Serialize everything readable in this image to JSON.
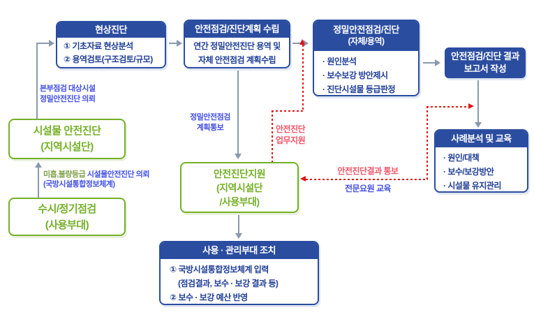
{
  "colors": {
    "box_blue": "#2B4DA0",
    "body_navy": "#1E3D96",
    "green": "#74B027",
    "arrow_gray": "#8A99AD",
    "dotted_red": "#E11414",
    "label_pink": "#F4566A",
    "label_blue": "#4451E4"
  },
  "boxes": {
    "status_diagnosis": {
      "title": "현상진단",
      "items": [
        "① 기초자료 현상분석",
        "② 용역검토(구조검토/규모)"
      ]
    },
    "plan": {
      "title": "안전점검/진단계획 수립",
      "lines": [
        "연간 정밀안전진단 용역 및",
        "자체 안전점검 계획수립"
      ]
    },
    "precision": {
      "title": "정밀안전점검/진단",
      "subtitle": "(자체/용역)",
      "bullets": [
        "·  원인분석",
        "·  보수보강 방안제시",
        "·  진단시설물 등급판정"
      ]
    },
    "report": {
      "lines": [
        "안전점검/진단 결과",
        "보고서 작성"
      ]
    },
    "case_edu": {
      "title": "사례분석 및 교육",
      "bullets": [
        "·  원인/대책",
        "·  보수/보강방안",
        "·  시설물 유지관리"
      ]
    },
    "facility_diag": {
      "lines": [
        "시설물 안전진단",
        "(지역시설단)"
      ]
    },
    "periodic_check": {
      "lines": [
        "수시/정기점검",
        "(사용부대)"
      ]
    },
    "diag_support": {
      "lines": [
        "안전진단지원",
        "(지역시설단",
        "/사용부대)"
      ]
    },
    "unit_action": {
      "title": "사용 · 관리부대 조치",
      "items": [
        "① 국방시설통합정보체계 입력",
        "(점검결과, 보수 · 보강 결과 등)",
        "② 보수 · 보강 예산 반영"
      ]
    }
  },
  "labels": {
    "hq_request_line1": "본부점검 대상시설",
    "hq_request_line2": "정밀안전진단 의뢰",
    "poor_grade_part1": "미흡,불량등급",
    "poor_grade_part2": " 시설물안전진단 의뢰",
    "poor_grade_line2": "(국방시설통합정보체계)",
    "plan_notice_line1": "정밀안전점검",
    "plan_notice_line2": "계획통보",
    "support_work_line1": "안전진단",
    "support_work_line2": "업무지원",
    "result_notice": "안전진단결과 통보",
    "expert_training": "전문요원 교육"
  }
}
